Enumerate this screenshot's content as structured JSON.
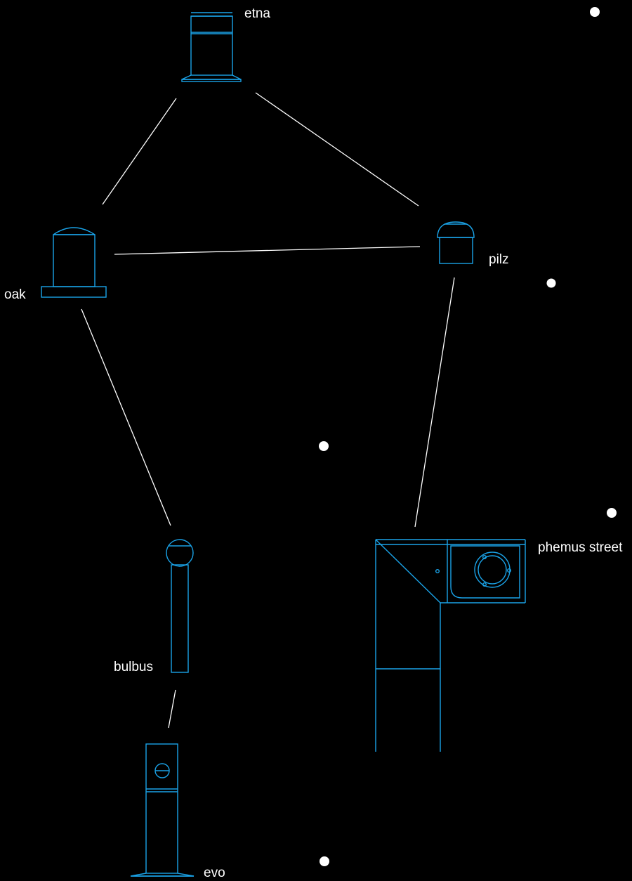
{
  "colors": {
    "background": "#000000",
    "drawing_stroke": "#1aa3e8",
    "connector": "#ffffff",
    "label": "#ffffff",
    "dot": "#ffffff"
  },
  "nodes": [
    {
      "id": "etna",
      "label": "etna",
      "icon": "etna-bollard-icon"
    },
    {
      "id": "oak",
      "label": "oak",
      "icon": "oak-bollard-icon"
    },
    {
      "id": "pilz",
      "label": "pilz",
      "icon": "pilz-bollard-icon"
    },
    {
      "id": "bulbus",
      "label": "bulbus",
      "icon": "bulbus-bollard-icon"
    },
    {
      "id": "phemus",
      "label": "phemus street",
      "icon": "phemus-street-bollard-icon"
    },
    {
      "id": "evo",
      "label": "evo",
      "icon": "evo-bollard-icon"
    }
  ],
  "edges": [
    {
      "from": "etna",
      "to": "oak"
    },
    {
      "from": "etna",
      "to": "pilz"
    },
    {
      "from": "oak",
      "to": "pilz"
    },
    {
      "from": "oak",
      "to": "bulbus"
    },
    {
      "from": "pilz",
      "to": "phemus"
    },
    {
      "from": "bulbus",
      "to": "evo"
    }
  ],
  "decorative_dots": 5
}
